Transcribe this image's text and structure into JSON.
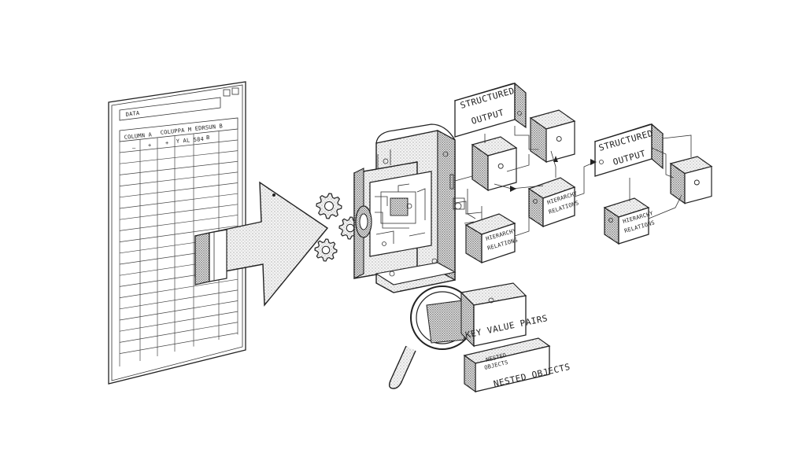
{
  "spreadsheet": {
    "title": "DATA",
    "col_a": "COLUMN A",
    "col_m": "COLUPPA M",
    "col_b": "EDRSUN B",
    "row1_a": "–",
    "row1_b": "+",
    "row1_c": "+",
    "row1_d": "Y AL 584",
    "row1_e": "B"
  },
  "output_boxes": {
    "structured_1_line1": "STRUCTURED",
    "structured_1_line2": "OUTPUT",
    "structured_2_line1": "STRUCTURED",
    "structured_2_line2": "OUTPUT"
  },
  "relation_boxes": {
    "rel_a_line1": "HIERARCHY",
    "rel_a_line2": "RELATIONS",
    "rel_b_line1": "HIERARCHY",
    "rel_b_line2": "RELATIONS",
    "rel_c_line1": "HIERARCHY",
    "rel_c_line2": "RELATIONS"
  },
  "tags": {
    "key_value_pairs": "KEY VALUE PAIRS",
    "nested_line1": "NESTED",
    "nested_line2": "OBJECTS",
    "nested_objects": "NESTED OBJECTS"
  }
}
